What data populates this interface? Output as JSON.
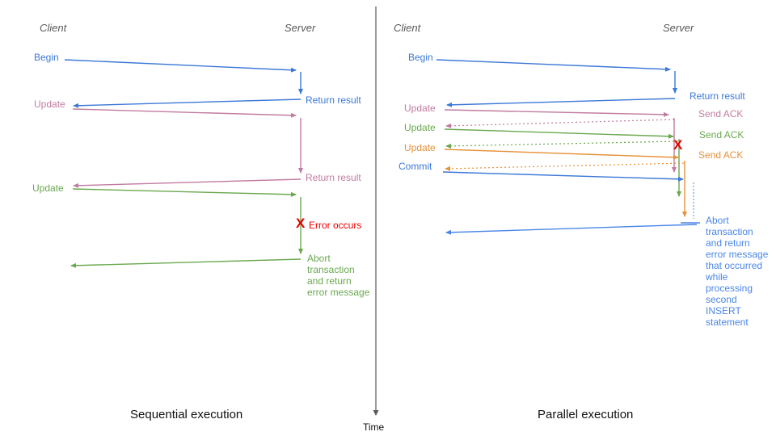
{
  "colors": {
    "blue": "#3c78d8",
    "pink": "#c27ba0",
    "green": "#6aa84f",
    "orange": "#e69138",
    "light_blue": "#4a86e8",
    "red": "#f00000",
    "axis_gray": "#595959"
  },
  "time_axis": {
    "label": "Time"
  },
  "left": {
    "client": "Client",
    "server": "Server",
    "title": "Sequential execution",
    "messages": {
      "begin": "Begin",
      "return_result_1": "Return result",
      "update_1": "Update",
      "return_result_2": "Return result",
      "update_2": "Update",
      "x_mark": "X",
      "error": "Error occurs",
      "abort": "Abort transaction and return error message"
    }
  },
  "right": {
    "client": "Client",
    "server": "Server",
    "title": "Parallel execution",
    "messages": {
      "begin": "Begin",
      "return_result": "Return result",
      "update_1": "Update",
      "send_ack_1": "Send ACK",
      "update_2": "Update",
      "send_ack_2": "Send ACK",
      "update_3": "Update",
      "send_ack_3": "Send ACK",
      "commit": "Commit",
      "x_mark": "X",
      "abort": "Abort transaction and return error message that occurred while processing second INSERT statement"
    }
  }
}
